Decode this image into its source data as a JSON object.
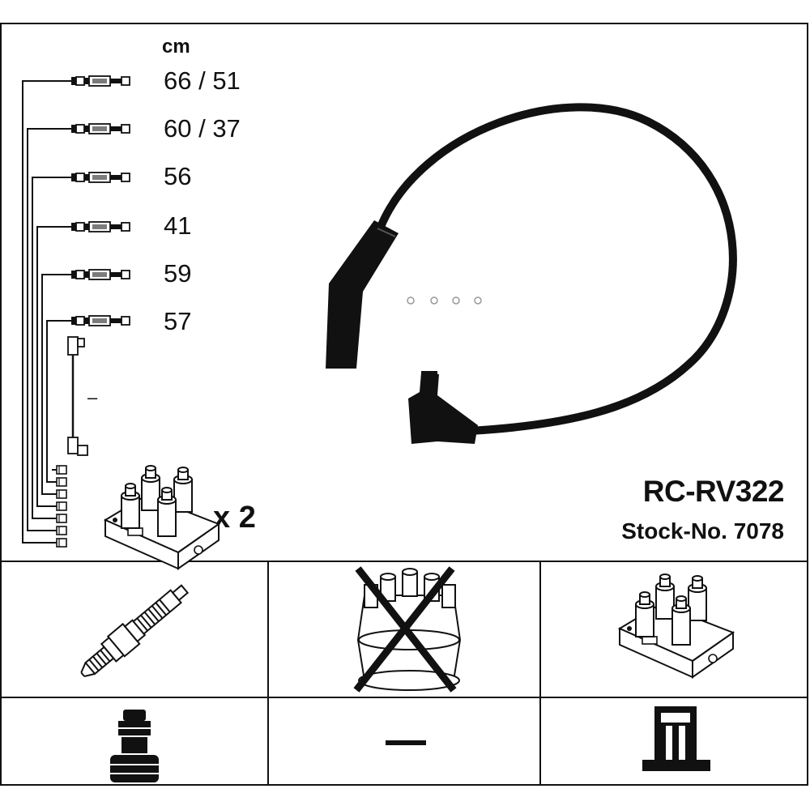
{
  "unit_label": "cm",
  "lead_lengths": [
    "66 / 51",
    "60 / 37",
    "56",
    "41",
    "59",
    "57"
  ],
  "extra_lead_mark": "–",
  "coil_quantity": "x 2",
  "product_code": "RC-RV322",
  "stock_number": "Stock-No. 7078",
  "component_table": {
    "row1": [
      "spark-plug",
      "distributor-cap (not included)",
      "ignition-coil"
    ],
    "row2": [
      "plug-connector",
      "–",
      "coil-terminal"
    ]
  }
}
